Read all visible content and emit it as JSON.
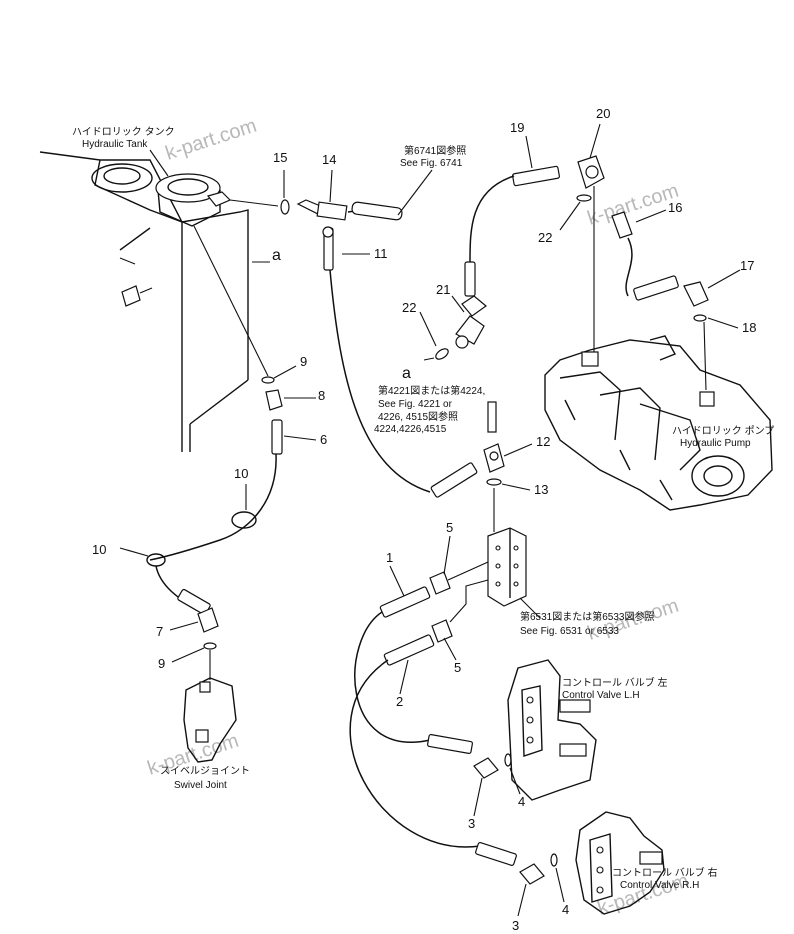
{
  "labels": {
    "tank_jp": "ハイドロリック タンク",
    "tank_en": "Hydraulic Tank",
    "fig6741_jp": "第6741図参照",
    "fig6741_en": "See Fig. 6741",
    "fig4221_jp": "第4221図または第4224,",
    "fig4221_en": "See Fig. 4221 or",
    "fig4221_jp2": "4226, 4515図参照",
    "fig4221_nums": "4224,4226,4515",
    "pump_jp": "ハイドロリック ポンプ",
    "pump_en": "Hydraulic Pump",
    "fig6531_jp": "第6531図または第6533図参照",
    "fig6531_en": "See Fig. 6531 or 6533",
    "cv_lh_jp": "コントロール バルブ 左",
    "cv_lh_en": "Control Valve L.H",
    "cv_rh_jp": "コントロール バルブ 右",
    "cv_rh_en": "Control Valve R.H",
    "swivel_jp": "スイベルジョイント",
    "swivel_en": "Swivel Joint",
    "ref_a": "a",
    "watermark": "k-part.com"
  },
  "callouts": {
    "n1": "1",
    "n2": "2",
    "n3a": "3",
    "n3b": "3",
    "n4a": "4",
    "n4b": "4",
    "n5a": "5",
    "n5b": "5",
    "n6": "6",
    "n7": "7",
    "n8": "8",
    "n9a": "9",
    "n9b": "9",
    "n10a": "10",
    "n10b": "10",
    "n11": "11",
    "n12": "12",
    "n13": "13",
    "n14": "14",
    "n15": "15",
    "n16": "16",
    "n17": "17",
    "n18": "18",
    "n19": "19",
    "n20": "20",
    "n21": "21",
    "n22a": "22",
    "n22b": "22"
  }
}
